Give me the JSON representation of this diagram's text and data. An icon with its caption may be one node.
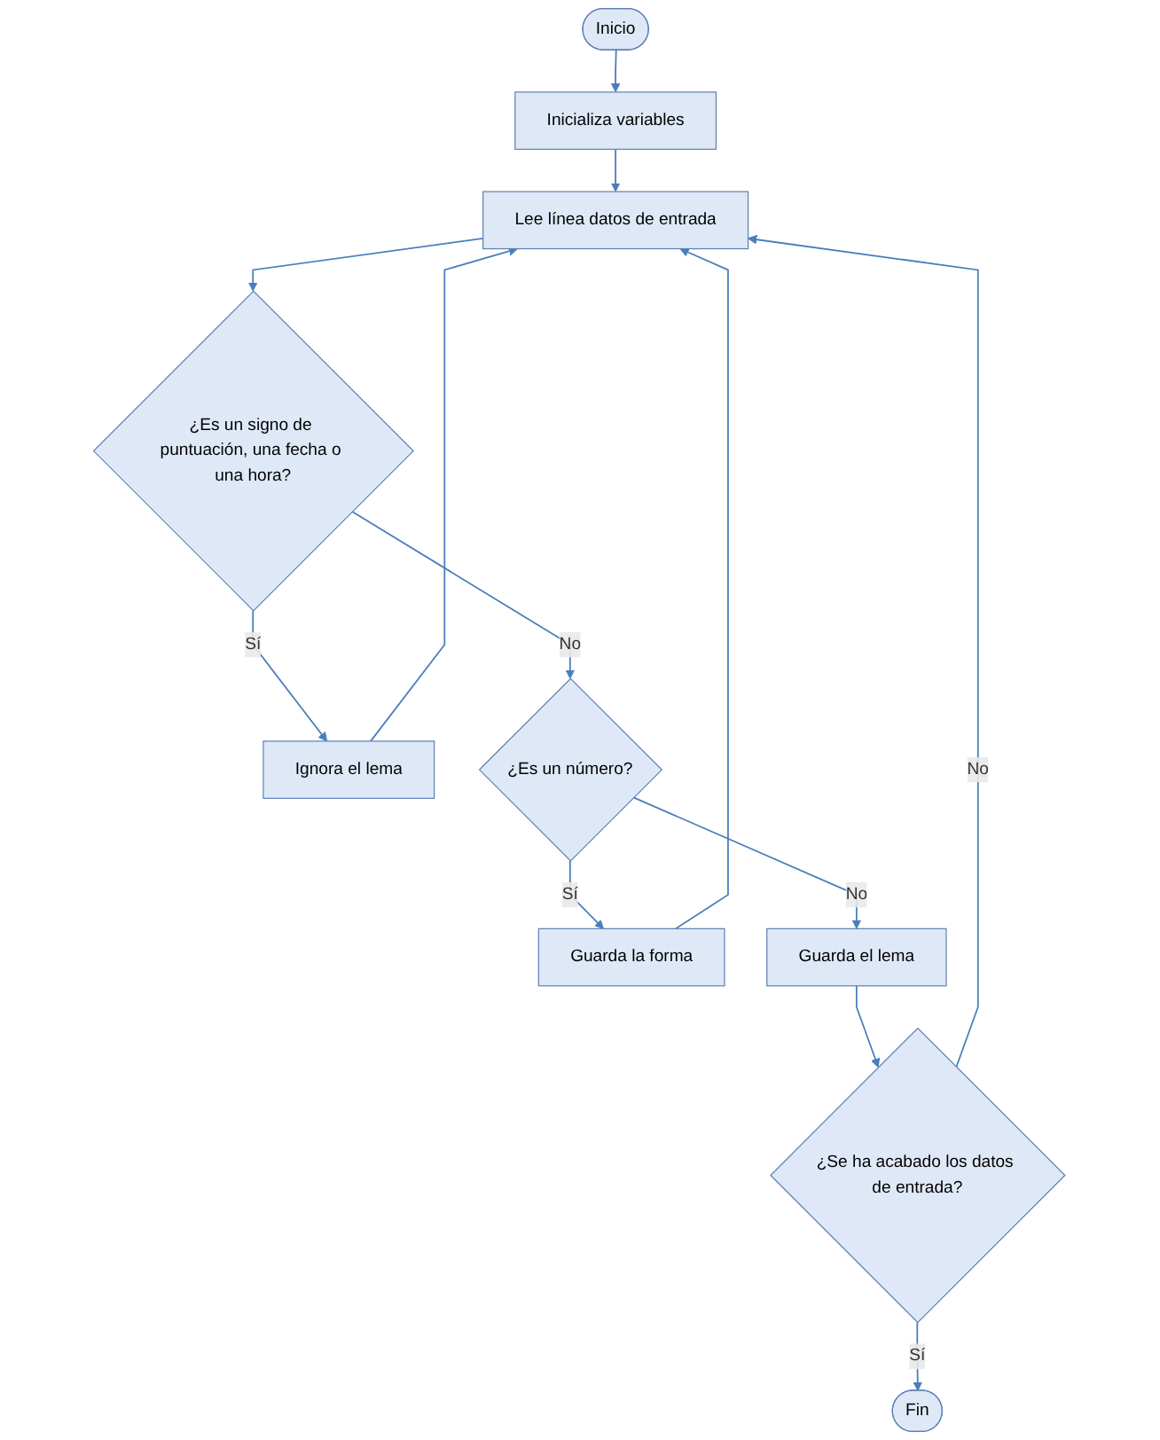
{
  "diagram": {
    "nodes": [
      {
        "text": [
          "Inicio"
        ]
      },
      {
        "text": [
          "Inicializa variables"
        ]
      },
      {
        "text": [
          "Lee línea datos de entrada"
        ]
      },
      {
        "text": [
          "¿Es un signo de puntuación, una fecha o una hora?"
        ]
      },
      {
        "text": [
          "Ignora el lema"
        ]
      },
      {
        "text": [
          "¿Es un número?"
        ]
      },
      {
        "text": [
          "Guarda la forma"
        ]
      },
      {
        "text": [
          "Guarda el lema"
        ]
      },
      {
        "text": [
          "¿Se ha acabado los datos de entrada?"
        ]
      },
      {
        "text": [
          "Fin"
        ]
      }
    ],
    "edges": [
      {
        "from": 0,
        "to": 1,
        "arrow": "to"
      },
      {
        "from": 1,
        "to": 2,
        "arrow": "to"
      },
      {
        "from": 2,
        "to": 3,
        "arrow": "to"
      },
      {
        "from": 3,
        "to": 4,
        "arrow": "to",
        "label": "Sí"
      },
      {
        "from": 4,
        "to": 2,
        "arrow": "to"
      },
      {
        "from": 3,
        "to": 5,
        "arrow": "to",
        "label": "No"
      },
      {
        "from": 5,
        "to": 6,
        "arrow": "to",
        "label": "Sí"
      },
      {
        "from": 6,
        "to": 2,
        "arrow": "to"
      },
      {
        "from": 5,
        "to": 7,
        "arrow": "to",
        "label": "No"
      },
      {
        "from": 7,
        "to": 8,
        "arrow": "to"
      },
      {
        "from": 8,
        "to": 9,
        "arrow": "to",
        "label": "Sí"
      },
      {
        "from": 8,
        "to": 2,
        "arrow": "to",
        "label": "No"
      }
    ]
  }
}
